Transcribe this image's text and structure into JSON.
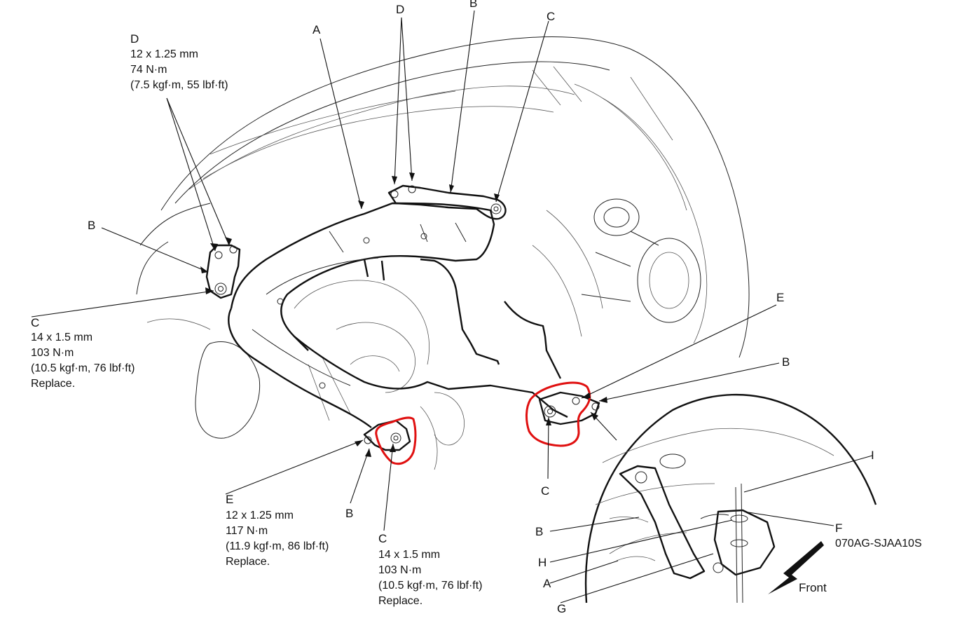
{
  "callouts": {
    "d_left": {
      "letter": "D",
      "lines": [
        "12 x 1.25 mm",
        "74 N·m",
        "(7.5 kgf·m, 55 lbf·ft)"
      ]
    },
    "b_left": {
      "letter": "B"
    },
    "c_left": {
      "letter": "C",
      "lines": [
        "14 x 1.5 mm",
        "103 N·m",
        "(10.5 kgf·m, 76 lbf·ft)",
        "Replace."
      ]
    },
    "a_top": {
      "letter": "A"
    },
    "d_top": {
      "letter": "D"
    },
    "b_top": {
      "letter": "B"
    },
    "c_top": {
      "letter": "C"
    },
    "e_right": {
      "letter": "E"
    },
    "b_right": {
      "letter": "B"
    },
    "c_bottom_right": {
      "letter": "C"
    },
    "e_bottom": {
      "letter": "E",
      "lines": [
        "12 x 1.25 mm",
        "117 N·m",
        "(11.9 kgf·m, 86 lbf·ft)",
        "Replace."
      ]
    },
    "b_bottom": {
      "letter": "B"
    },
    "c_bottom": {
      "letter": "C",
      "lines": [
        "14 x 1.5 mm",
        "103 N·m",
        "(10.5 kgf·m, 76 lbf·ft)",
        "Replace."
      ]
    }
  },
  "inset": {
    "i": "I",
    "f": "F",
    "b": "B",
    "h": "H",
    "a": "A",
    "g": "G",
    "part_code": "070AG-SJAA10S",
    "front_label": "Front"
  },
  "annotations": {
    "marker_color": "#e01010"
  }
}
